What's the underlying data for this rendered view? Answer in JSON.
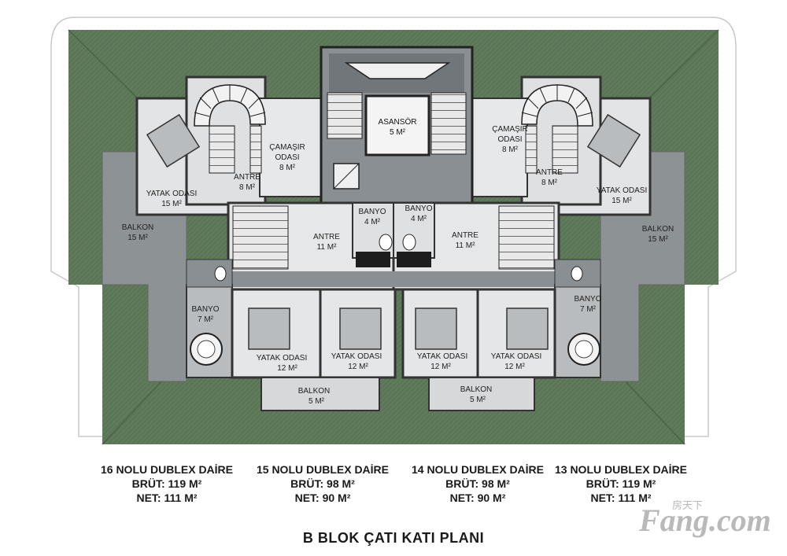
{
  "rooms": {
    "asansor": {
      "name": "ASANSÖR",
      "area": "5 M²"
    },
    "camasir_left": {
      "name1": "ÇAMAŞIR",
      "name2": "ODASI",
      "area": "8 M²"
    },
    "camasir_right": {
      "name1": "ÇAMAŞIR",
      "name2": "ODASI",
      "area": "8 M²"
    },
    "antre_left_small": {
      "name": "ANTRE",
      "area": "8 M²"
    },
    "antre_right_small": {
      "name": "ANTRE",
      "area": "8 M²"
    },
    "yatak_left_top": {
      "name": "YATAK ODASI",
      "area": "15 M²"
    },
    "yatak_right_top": {
      "name": "YATAK ODASI",
      "area": "15 M²"
    },
    "balkon_left": {
      "name": "BALKON",
      "area": "15 M²"
    },
    "balkon_right": {
      "name": "BALKON",
      "area": "15 M²"
    },
    "banyo_center_left": {
      "name": "BANYO",
      "area": "4 M²"
    },
    "banyo_center_right": {
      "name": "BANYO",
      "area": "4 M²"
    },
    "antre_center_left": {
      "name": "ANTRE",
      "area": "11 M²"
    },
    "antre_center_right": {
      "name": "ANTRE",
      "area": "11 M²"
    },
    "banyo_left": {
      "name": "BANYO",
      "area": "7 M²"
    },
    "banyo_right": {
      "name": "BANYO",
      "area": "7 M²"
    },
    "yatak_b1": {
      "name": "YATAK ODASI",
      "area": "12 M²"
    },
    "yatak_b2": {
      "name": "YATAK ODASI",
      "area": "12 M²"
    },
    "yatak_b3": {
      "name": "YATAK ODASI",
      "area": "12 M²"
    },
    "yatak_b4": {
      "name": "YATAK ODASI",
      "area": "12 M²"
    },
    "balkon_bottom_left": {
      "name": "BALKON",
      "area": "5 M²"
    },
    "balkon_bottom_right": {
      "name": "BALKON",
      "area": "5 M²"
    }
  },
  "apartments": [
    {
      "name": "16 NOLU DUBLEX DAİRE",
      "brut": "BRÜT: 119 M²",
      "net": "NET: 111 M²"
    },
    {
      "name": "15 NOLU DUBLEX DAİRE",
      "brut": "BRÜT: 98 M²",
      "net": "NET: 90 M²"
    },
    {
      "name": "14 NOLU DUBLEX DAİRE",
      "brut": "BRÜT: 98 M²",
      "net": "NET: 90 M²"
    },
    {
      "name": "13 NOLU DUBLEX DAİRE",
      "brut": "BRÜT: 119 M²",
      "net": "NET: 111 M²"
    }
  ],
  "title": "B BLOK ÇATI KATI PLANI",
  "watermark": {
    "brand": "Fang.com",
    "cn": "房天下"
  },
  "colors": {
    "roof_green": "#5e7a5a",
    "marble": "#e4e5e6",
    "dark_stone": "#7d8387",
    "balcony": "#8c9194"
  }
}
